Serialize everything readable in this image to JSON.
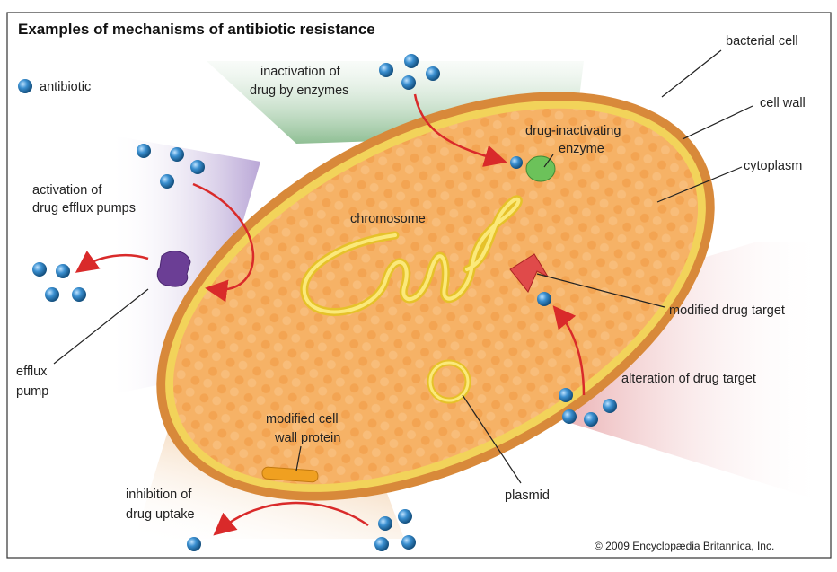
{
  "title": "Examples of mechanisms of antibiotic resistance",
  "legend": {
    "antibiotic": "antibiotic"
  },
  "labels": {
    "bacterial_cell": "bacterial cell",
    "cell_wall": "cell wall",
    "cytoplasm": "cytoplasm",
    "inactivation_1": "inactivation of",
    "inactivation_2": "drug by enzymes",
    "enzyme_1": "drug-inactivating",
    "enzyme_2": "enzyme",
    "chromosome": "chromosome",
    "efflux_act_1": "activation of",
    "efflux_act_2": "drug efflux pumps",
    "efflux_pump_1": "efflux",
    "efflux_pump_2": "pump",
    "modified_target": "modified drug target",
    "alteration": "alteration of drug target",
    "plasmid": "plasmid",
    "mod_wall_1": "modified cell",
    "mod_wall_2": "wall protein",
    "uptake_1": "inhibition of",
    "uptake_2": "drug uptake"
  },
  "copyright": "© 2009 Encyclopædia Britannica, Inc.",
  "colors": {
    "antibiotic": "#2f7fc0",
    "cell_wall": "#d8893a",
    "cytoplasm": "#f6b266",
    "membrane": "#f2d35a",
    "pump": "#6b3e95",
    "enzyme": "#6cc25a",
    "arrow": "#d92a2a"
  }
}
